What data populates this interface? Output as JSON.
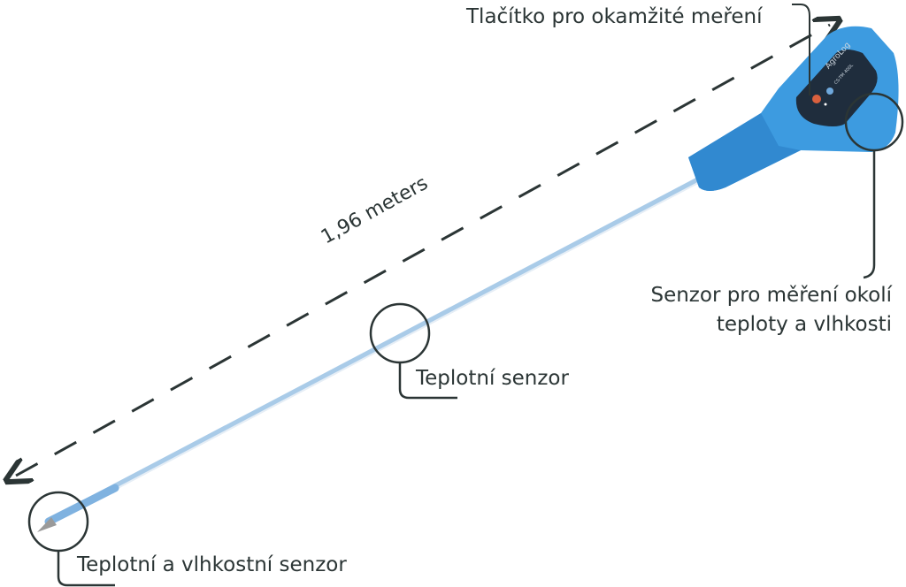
{
  "labels": {
    "button": "Tlačítko pro okamžité meření",
    "ambient_sensor_line1": "Senzor pro měření okolí",
    "ambient_sensor_line2": "teploty a vlhkosti",
    "temp_sensor": "Teplotní senzor",
    "tip_sensor": "Teplotní a vlhkostní senzor",
    "length": "1,96 meters"
  },
  "device": {
    "brand": "AgroLog",
    "model": "CS-TM 400L"
  },
  "colors": {
    "line": "#2b3535",
    "handle": "#3d9be0",
    "probe": "#a9cbe8",
    "panel": "#1f2d3d"
  }
}
